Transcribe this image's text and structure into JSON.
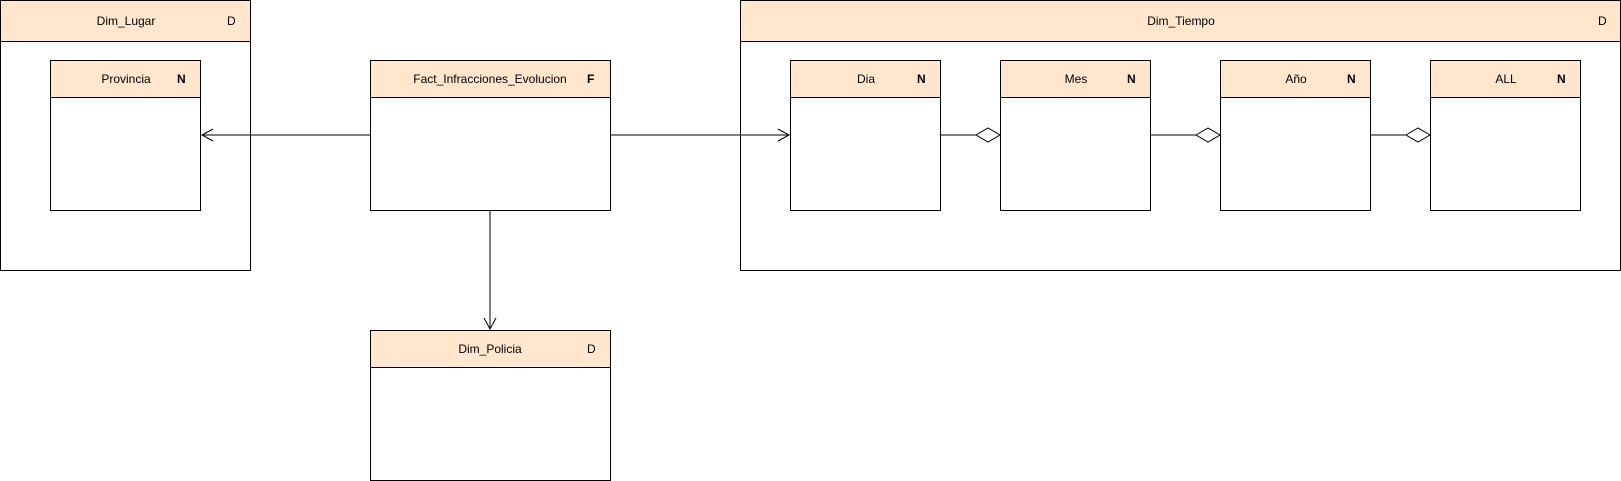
{
  "diagram": {
    "dim_lugar": {
      "name": "Dim_Lugar",
      "tag": "D"
    },
    "provincia": {
      "name": "Provincia",
      "tag": "N"
    },
    "fact": {
      "name": "Fact_Infracciones_Evolucion",
      "tag": "F"
    },
    "dim_policia": {
      "name": "Dim_Policia",
      "tag": "D"
    },
    "dim_tiempo": {
      "name": "Dim_Tiempo",
      "tag": "D"
    },
    "dia": {
      "name": "Dia",
      "tag": "N"
    },
    "mes": {
      "name": "Mes",
      "tag": "N"
    },
    "anio": {
      "name": "Año",
      "tag": "N"
    },
    "all": {
      "name": "ALL",
      "tag": "N"
    }
  },
  "colors": {
    "header": "#ffe6cc",
    "border": "#000000"
  }
}
